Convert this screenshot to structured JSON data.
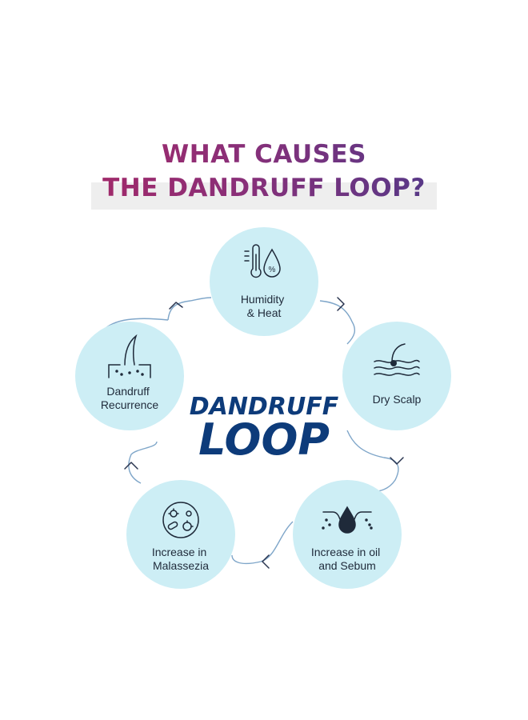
{
  "title": {
    "line1": "WHAT CAUSES",
    "line2": "THE DANDRUFF LOOP?"
  },
  "center": {
    "line1": "DANDRUFF",
    "line2": "LOOP"
  },
  "colors": {
    "circle_fill": "#cdeef5",
    "loop_line": "#7fa6c9",
    "center_text": "#0d3b7a",
    "title_start": "#b02560",
    "title_end": "#3d3d8f"
  },
  "nodes": [
    {
      "id": "humidity",
      "icon": "thermometer-drop-icon",
      "lines": [
        "Humidity",
        "& Heat"
      ]
    },
    {
      "id": "dry-scalp",
      "icon": "hair-follicle-icon",
      "lines": [
        "Dry Scalp"
      ]
    },
    {
      "id": "oil",
      "icon": "oil-drop-skin-icon",
      "lines": [
        "Increase in oil",
        "and Sebum"
      ]
    },
    {
      "id": "malassezia",
      "icon": "microbes-icon",
      "lines": [
        "Increase in",
        "Malassezia"
      ]
    },
    {
      "id": "recurrence",
      "icon": "hair-strand-icon",
      "lines": [
        "Dandruff",
        "Recurrence"
      ]
    }
  ]
}
